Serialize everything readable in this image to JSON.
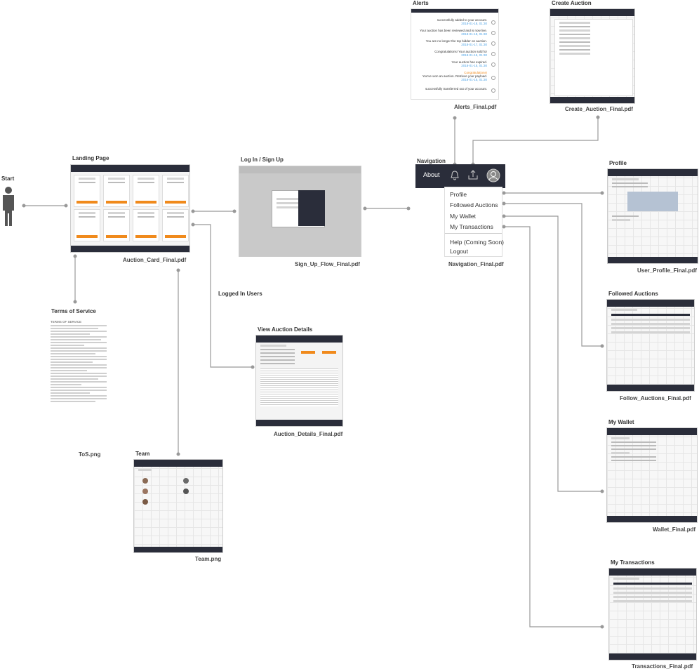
{
  "nodes": {
    "start": {
      "title": "Start"
    },
    "landing": {
      "title": "Landing Page",
      "caption": "Auction_Card_Final.pdf"
    },
    "login": {
      "title": "Log In / Sign Up",
      "caption": "Sign_Up_Flow_Final.pdf"
    },
    "navigation": {
      "title": "Navigation",
      "caption": "Navigation_Final.pdf",
      "about": "About",
      "menu": [
        "Profile",
        "Followed Auctions",
        "My Wallet",
        "My Transactions",
        "Help (Coming Soon)",
        "Logout"
      ]
    },
    "alerts": {
      "title": "Alerts",
      "caption": "Alerts_Final.pdf",
      "rows": [
        {
          "text": "successfully added to your account.",
          "time": "2018-01-18, 01:30"
        },
        {
          "text": "Your auction has been reviewed and is now live.",
          "time": "2018-01-18, 01:30"
        },
        {
          "text": "You are no longer the top bidder on auction.",
          "time": "2018-01-17, 01:30"
        },
        {
          "text": "Congratulations! Your auction sold for",
          "time": "2018-01-15, 01:30"
        },
        {
          "text": "Your auction has expired.",
          "time": "2018-01-15, 01:30"
        },
        {
          "text": "You've won an auction. Retrieve your payload.",
          "time": "2018-01-15, 01:30"
        },
        {
          "text": "successfully transferred out of your account.",
          "time": ""
        }
      ],
      "congrats": "Congratulations!"
    },
    "create_auction": {
      "title": "Create Auction",
      "caption": "Create_Auction_Final.pdf"
    },
    "profile": {
      "title": "Profile",
      "caption": "User_Profile_Final.pdf"
    },
    "followed": {
      "title": "Followed Auctions",
      "caption": "Follow_Auctions_Final.pdf"
    },
    "wallet": {
      "title": "My Wallet",
      "caption": "Wallet_Final.pdf"
    },
    "transactions": {
      "title": "My Transactions",
      "caption": "Transactions_Final.pdf"
    },
    "view_details": {
      "title": "View Auction Details",
      "caption": "Auction_Details_Final.pdf"
    },
    "tos": {
      "title": "Terms of Service",
      "caption": "ToS.png",
      "heading": "TERMS OF SERVICE"
    },
    "team": {
      "title": "Team",
      "caption": "Team.png"
    }
  },
  "edge_labels": {
    "logged_in": "Logged In Users"
  },
  "colors": {
    "nav_bg": "#2a2d3a",
    "accent": "#f08a1c",
    "link": "#4da3e6",
    "edge": "#999999"
  }
}
